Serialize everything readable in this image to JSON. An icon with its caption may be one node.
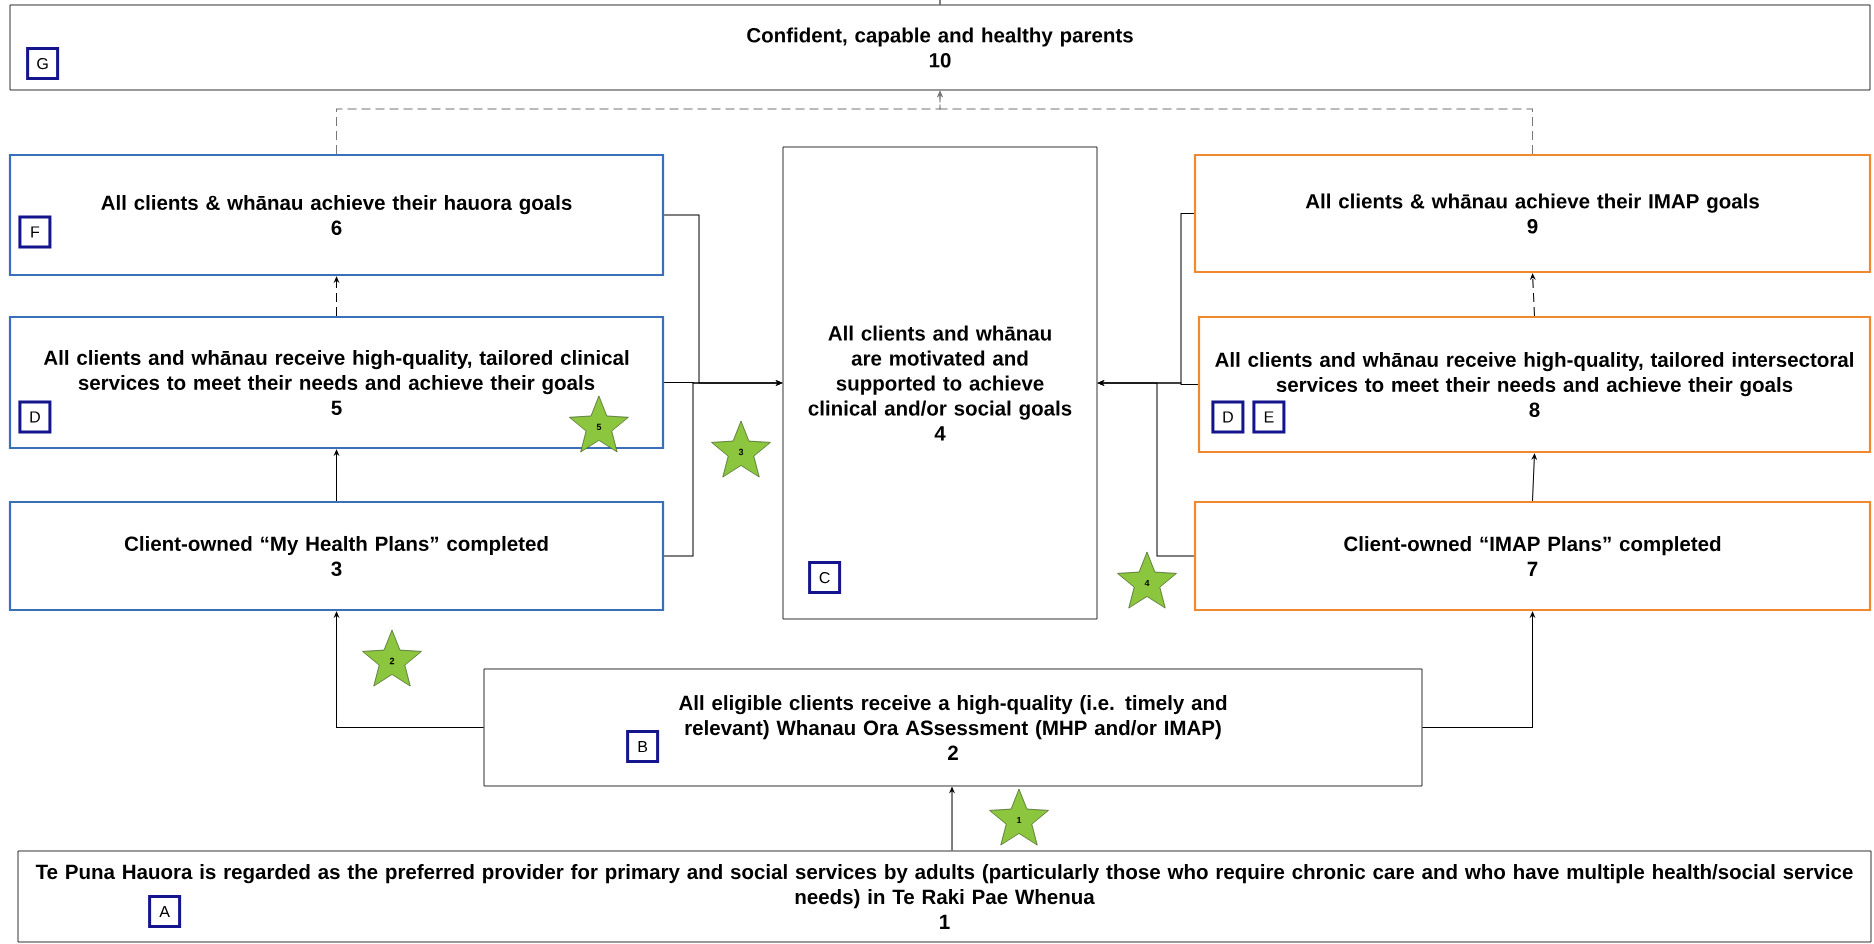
{
  "diagram": {
    "nodes": [
      {
        "text": [
          "Confident, capable and healthy parents",
          "10"
        ]
      },
      {
        "text": [
          "G"
        ],
        "in": 0
      },
      {
        "text": [
          "All clients & whānau achieve their hauora goals",
          "6"
        ]
      },
      {
        "text": [
          "F"
        ],
        "in": 2
      },
      {
        "text": [
          "All clients and whānau are motivated and supported to achieve clinical and/or social goals",
          "4"
        ]
      },
      {
        "text": [
          "C"
        ],
        "in": 4
      },
      {
        "text": [
          "All clients & whānau achieve their IMAP goals",
          "9"
        ]
      },
      {
        "text": [
          "All clients and whānau receive high-quality, tailored clinical services to meet their needs and achieve their goals",
          "5"
        ]
      },
      {
        "text": [
          "D"
        ],
        "in": 7
      },
      {
        "text": [
          "5"
        ],
        "in": 7
      },
      {
        "text": [
          "All clients and whānau receive high-quality, tailored intersectoral services to meet their needs and achieve their goals",
          "8"
        ]
      },
      {
        "text": [
          "D"
        ],
        "in": 10
      },
      {
        "text": [
          "E"
        ],
        "in": 10
      },
      {
        "text": [
          "3"
        ]
      },
      {
        "text": [
          "Client-owned “My Health Plans” completed",
          "3"
        ]
      },
      {
        "text": [
          "Client-owned “IMAP Plans” completed",
          "7"
        ]
      },
      {
        "text": [
          "4"
        ]
      },
      {
        "text": [
          "2"
        ]
      },
      {
        "text": [
          "All eligible clients receive a high-quality (i.e. timely and relevant) Whanau Ora ASsessment (MHP and/or IMAP)",
          "2"
        ]
      },
      {
        "text": [
          "B"
        ],
        "in": 18
      },
      {
        "text": [
          "1"
        ]
      },
      {
        "text": [
          "Te Puna Hauora is regarded as the preferred provider for primary and social services by adults (particularly those who require chronic care and who have multiple health/social service needs) in Te Raki Pae Whenua",
          "1"
        ]
      },
      {
        "text": [
          "A"
        ],
        "in": 21
      }
    ],
    "edges": [
      {
        "from": 21,
        "to": 18,
        "arrow": "to"
      },
      {
        "from": 18,
        "to": 14,
        "arrow": "to"
      },
      {
        "from": 18,
        "to": 15,
        "arrow": "to"
      },
      {
        "from": 14,
        "to": 7,
        "arrow": "to"
      },
      {
        "from": 15,
        "to": 10,
        "arrow": "to"
      },
      {
        "from": 7,
        "to": 2,
        "arrow": "to",
        "style": "dashed"
      },
      {
        "from": 10,
        "to": 6,
        "arrow": "to",
        "style": "dashed"
      },
      {
        "from": 2,
        "to": 4,
        "arrow": "to"
      },
      {
        "from": 7,
        "to": 4,
        "arrow": "to"
      },
      {
        "from": 14,
        "to": 4,
        "arrow": "to"
      },
      {
        "from": 6,
        "to": 4,
        "arrow": "to"
      },
      {
        "from": 10,
        "to": 4,
        "arrow": "to"
      },
      {
        "from": 15,
        "to": 4,
        "arrow": "to"
      },
      {
        "from": 2,
        "to": 0,
        "arrow": "to",
        "style": "dashed",
        "color": "#777777"
      },
      {
        "from": 6,
        "to": 0,
        "arrow": "to",
        "style": "dashed",
        "color": "#777777"
      },
      {
        "from": 0,
        "to": null,
        "arrow": "none"
      }
    ]
  }
}
